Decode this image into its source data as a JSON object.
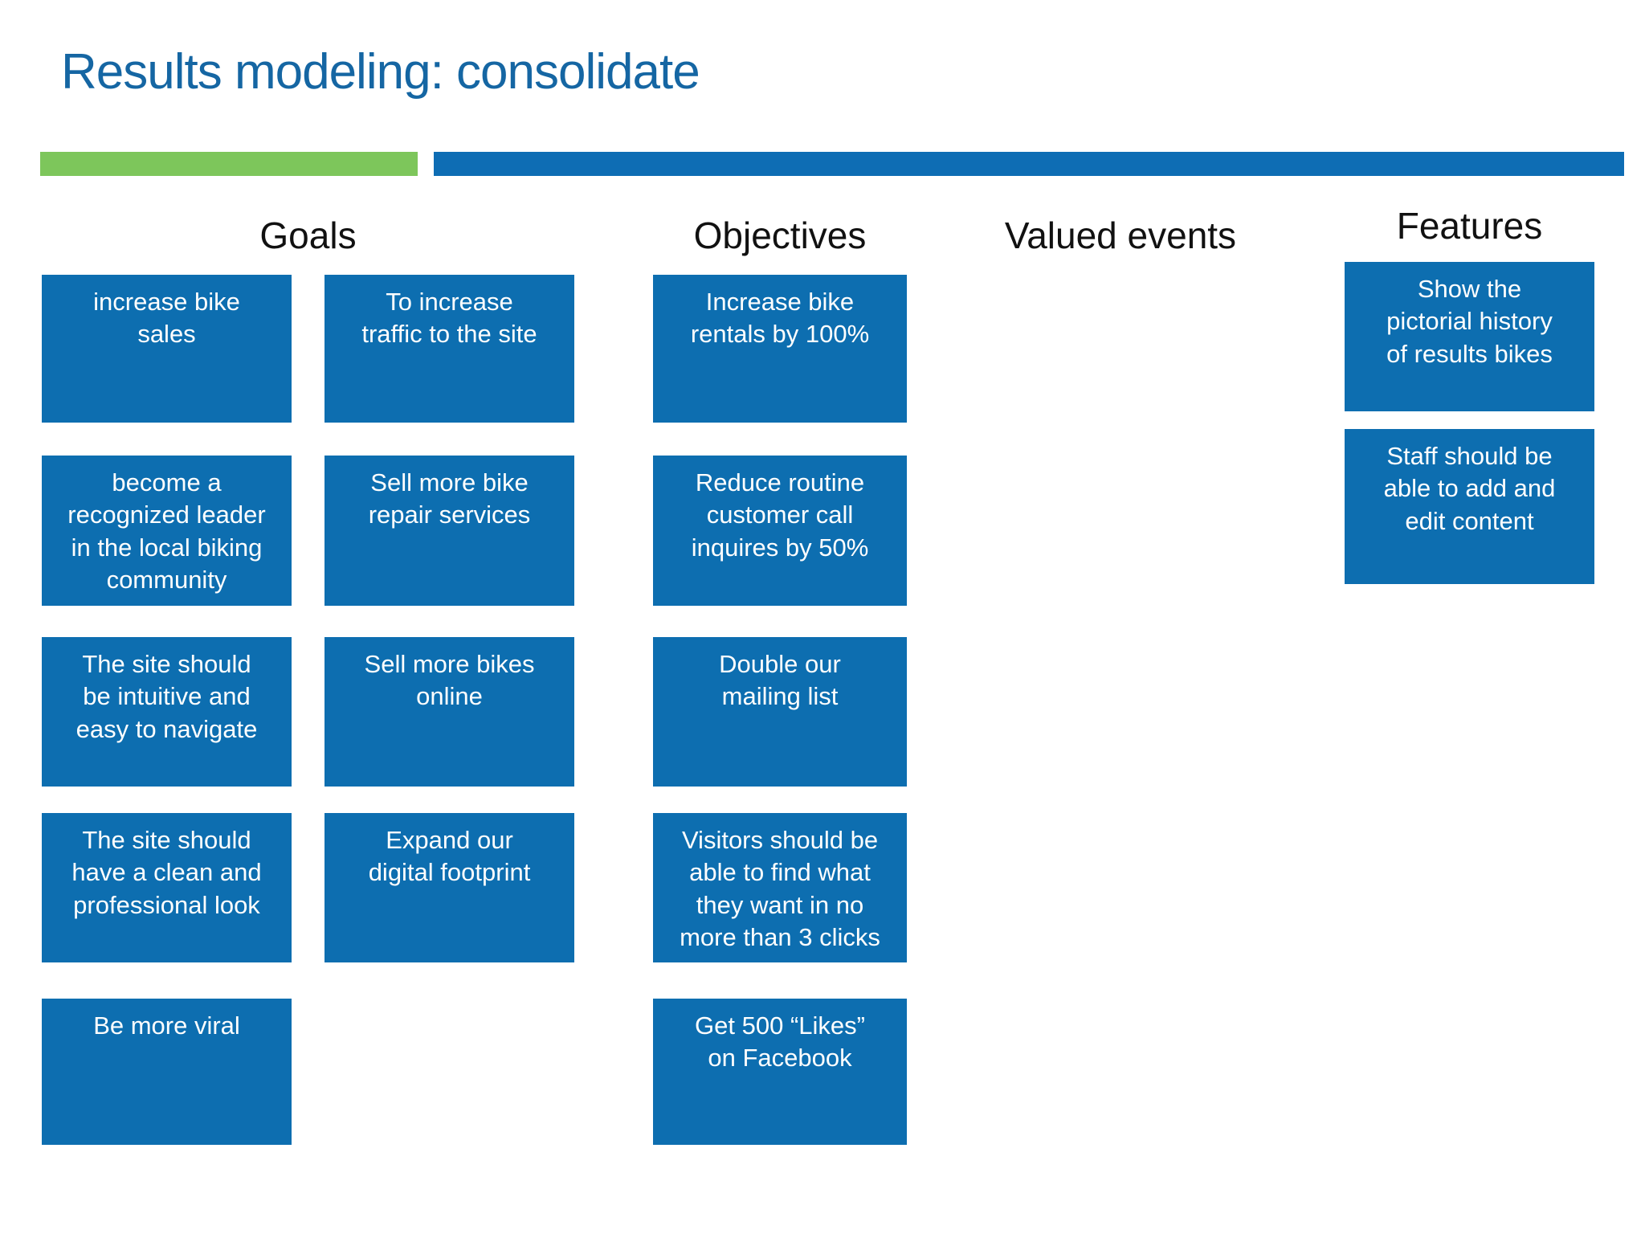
{
  "title": "Results modeling: consolidate",
  "headers": {
    "goals": "Goals",
    "objectives": "Objectives",
    "valued_events": "Valued events",
    "features": "Features"
  },
  "goals": {
    "col1": [
      "increase bike\nsales",
      "become a\nrecognized leader\nin the local biking\ncommunity",
      "The site should\nbe intuitive and\neasy to navigate",
      "The site should\nhave a clean and\nprofessional look",
      "Be more viral"
    ],
    "col2": [
      "To increase\ntraffic to the site",
      "Sell more bike\nrepair services",
      "Sell more bikes\nonline",
      "Expand our\ndigital footprint"
    ]
  },
  "objectives": [
    "Increase bike\nrentals by 100%",
    "Reduce routine\ncustomer call\ninquires by 50%",
    "Double our\nmailing list",
    "Visitors should be\nable to find what\nthey want in no\nmore than 3 clicks",
    "Get 500 “Likes”\non Facebook"
  ],
  "valued_events": [],
  "features": [
    "Show the\npictorial history\nof results bikes",
    "Staff should be\nable to add and\nedit content"
  ],
  "colors": {
    "title_text": "#1566a3",
    "accent_green": "#7dc65b",
    "accent_blue": "#0e6db4",
    "card_blue": "#0d6eb0",
    "header_text": "#111111",
    "card_text": "#ffffff"
  }
}
